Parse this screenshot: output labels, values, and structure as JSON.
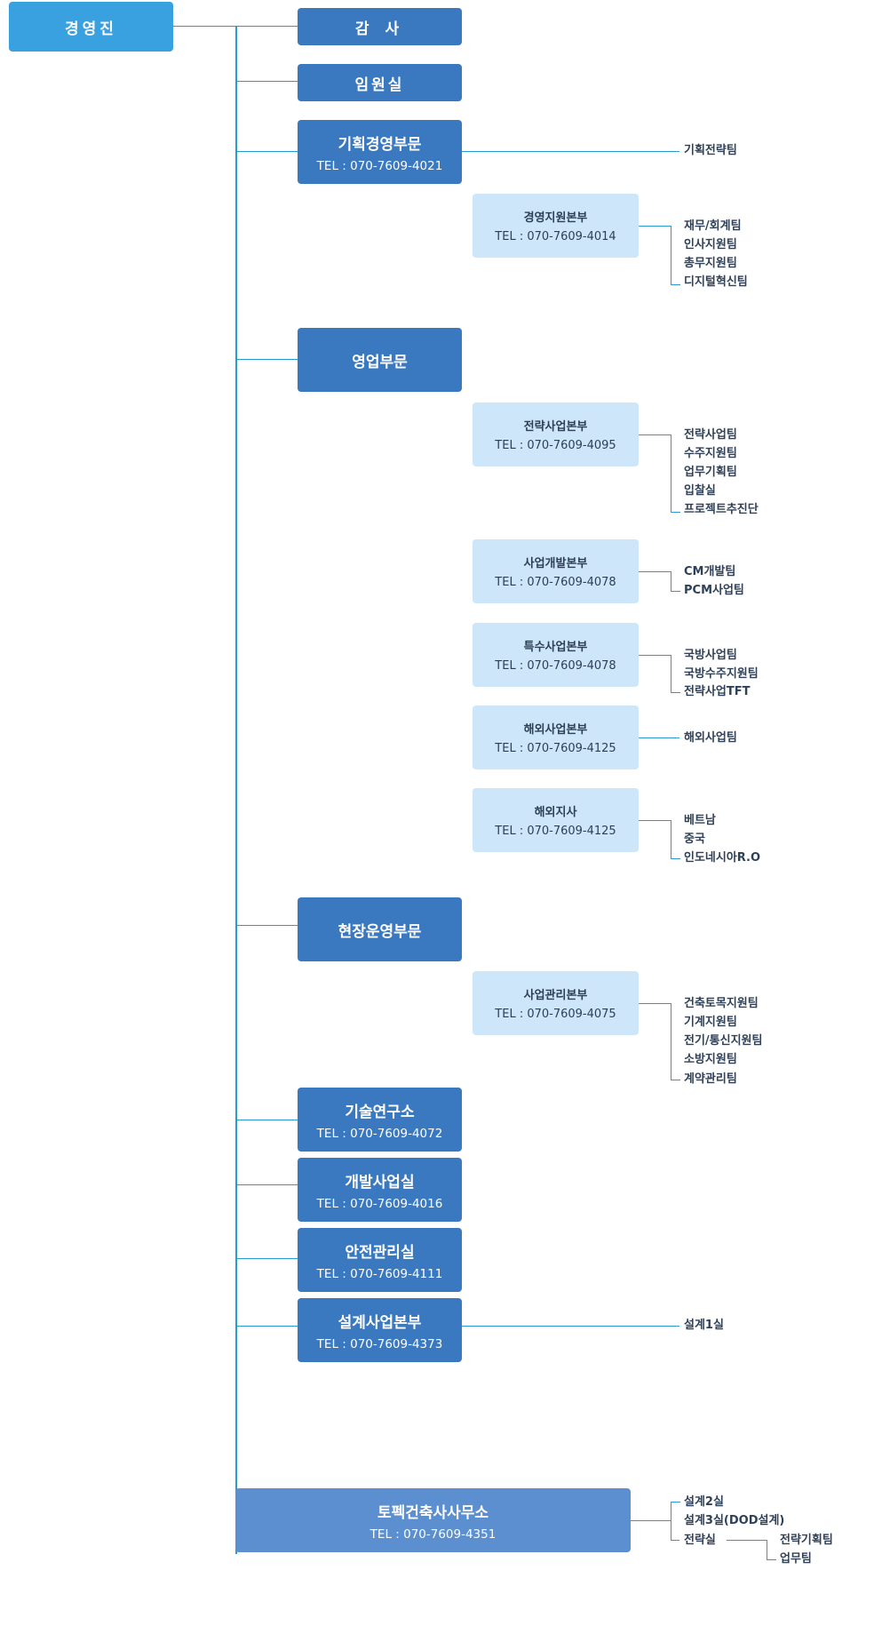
{
  "top": {
    "label": "경영진"
  },
  "audit": {
    "label": "감 사"
  },
  "executive_office": {
    "label": "임원실"
  },
  "planning": {
    "label": "기획경영부문",
    "tel": "TEL : 070-7609-4021",
    "team": "기획전략팀"
  },
  "mgmt_support": {
    "label": "경영지원본부",
    "tel": "TEL : 070-7609-4014",
    "teams": [
      "재무/회계팀",
      "인사지원팀",
      "총무지원팀",
      "디지털혁신팀"
    ]
  },
  "sales": {
    "label": "영업부문"
  },
  "strategy_biz": {
    "label": "전략사업본부",
    "tel": "TEL : 070-7609-4095",
    "teams": [
      "전략사업팀",
      "수주지원팀",
      "업무기획팀",
      "입찰실",
      "프로젝트추진단"
    ]
  },
  "biz_dev": {
    "label": "사업개발본부",
    "tel": "TEL : 070-7609-4078",
    "teams": [
      "CM개발팀",
      "PCM사업팀"
    ]
  },
  "special_biz": {
    "label": "특수사업본부",
    "tel": "TEL : 070-7609-4078",
    "teams": [
      "국방사업팀",
      "국방수주지원팀",
      "전략사업TFT"
    ]
  },
  "overseas_biz": {
    "label": "해외사업본부",
    "tel": "TEL : 070-7609-4125",
    "teams": [
      "해외사업팀"
    ]
  },
  "overseas_branch": {
    "label": "해외지사",
    "tel": "TEL : 070-7609-4125",
    "teams": [
      "베트남",
      "중국",
      "인도네시아R.O"
    ]
  },
  "site_ops": {
    "label": "현장운영부문"
  },
  "project_mgmt": {
    "label": "사업관리본부",
    "tel": "TEL : 070-7609-4075",
    "teams": [
      "건축토목지원팀",
      "기계지원팀",
      "전기/통신지원팀",
      "소방지원팀",
      "계약관리팀"
    ]
  },
  "tech_lab": {
    "label": "기술연구소",
    "tel": "TEL : 070-7609-4072"
  },
  "dev_biz": {
    "label": "개발사업실",
    "tel": "TEL : 070-7609-4016"
  },
  "safety": {
    "label": "안전관리실",
    "tel": "TEL : 070-7609-4111"
  },
  "design_biz": {
    "label": "설계사업본부",
    "tel": "TEL : 070-7609-4373",
    "team": "설계1실"
  },
  "architect_office": {
    "label": "토펙건축사사무소",
    "tel": "TEL : 070-7609-4351",
    "teams": [
      "설계2실",
      "설계3실(DOD설계)",
      "전략실"
    ],
    "strategy_teams": [
      "전략기획팀",
      "업무팀"
    ]
  },
  "colors": {
    "line": "#2a9ad0",
    "top": "#3aa1e0",
    "dept": "#3a78c0",
    "sub": "#cde6fa",
    "office": "#5b8fcf"
  }
}
